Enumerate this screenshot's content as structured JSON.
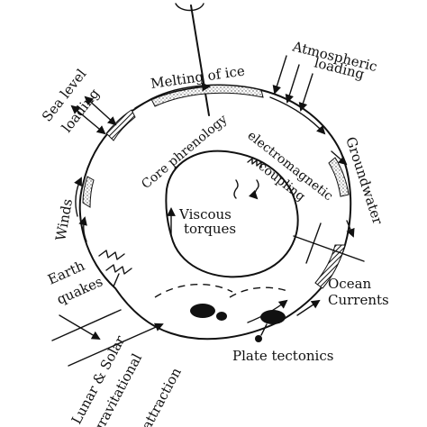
{
  "labels": {
    "melting_of_ice": "Melting of ice",
    "atmospheric_1": "Atmospheric",
    "atmospheric_2": "loading",
    "sea_level_1": "Sea level",
    "sea_level_2": "loading",
    "groundwater": "Groundwater",
    "core_phrenology": "Core phrenology",
    "electromagnetic": "electromagnetic",
    "coupling": "coupling",
    "winds": "Winds",
    "viscous": "Viscous",
    "torques": "torques",
    "earth_1": "Earth",
    "earth_2": "quakes",
    "ocean_1": "Ocean",
    "ocean_2": "Currents",
    "plate_tectonics": "Plate tectonics",
    "lunar_solar": "Lunar & Solar",
    "gravitational": "gravitational",
    "attraction": "attraction"
  },
  "colors": {
    "ink": "#111111",
    "background": "#ffffff",
    "stipple": "#777777"
  }
}
